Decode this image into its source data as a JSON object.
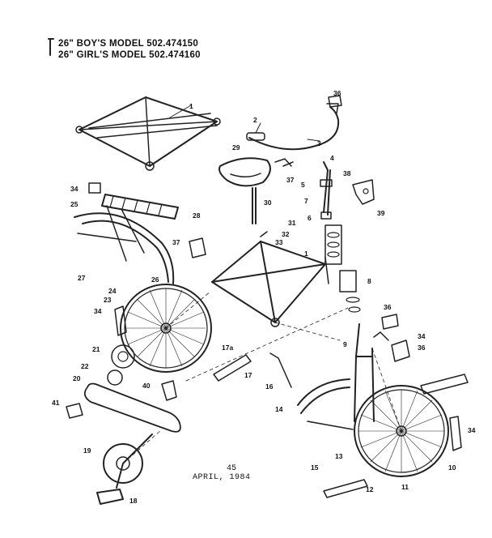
{
  "header": {
    "line1": "26\" BOY'S MODEL 502.474150",
    "line2": "26\" GIRL'S MODEL 502.474160"
  },
  "footer": {
    "page_number": "45",
    "date": "APRIL, 1984"
  },
  "callouts": {
    "c1a": "1",
    "c1b": "1",
    "c2": "2",
    "c3": "3",
    "c4": "4",
    "c5": "5",
    "c6": "6",
    "c7": "7",
    "c8": "8",
    "c9": "9",
    "c10": "10",
    "c11": "11",
    "c12": "12",
    "c13": "13",
    "c14": "14",
    "c15": "15",
    "c16": "16",
    "c17": "17",
    "c17a": "17a",
    "c18": "18",
    "c19": "19",
    "c20": "20",
    "c21": "21",
    "c22": "22",
    "c23": "23",
    "c24": "24",
    "c25": "25",
    "c26": "26",
    "c27": "27",
    "c28": "28",
    "c29": "29",
    "c30": "30",
    "c31": "31",
    "c32": "32",
    "c33": "33",
    "c34a": "34",
    "c34b": "34",
    "c34c": "34",
    "c34d": "34",
    "c36a": "36",
    "c36b": "36",
    "c36c": "36",
    "c37a": "37",
    "c37b": "37",
    "c38": "38",
    "c39": "39",
    "c40": "40",
    "c41": "41"
  }
}
